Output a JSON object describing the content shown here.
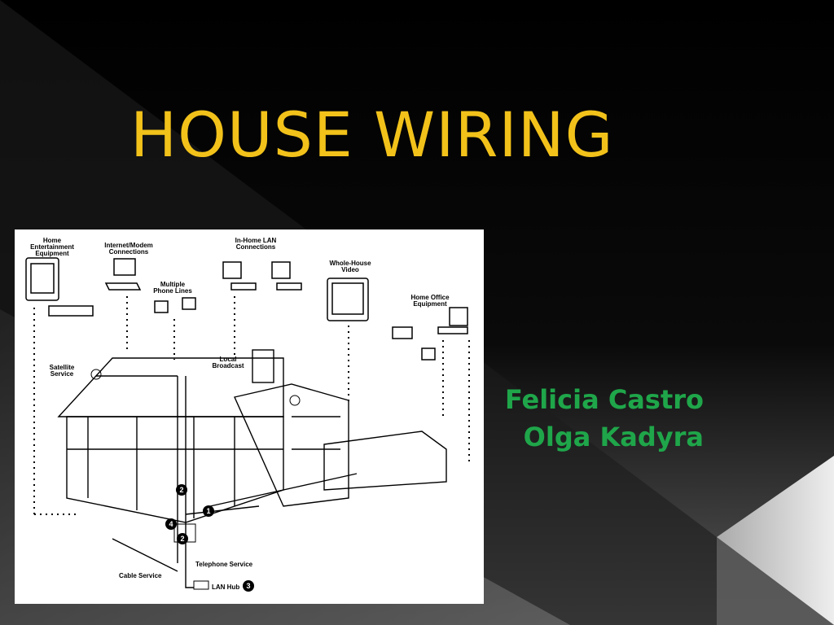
{
  "slide": {
    "title": "HOUSE WIRING",
    "authors": [
      "Felicia Castro",
      "Olga Kadyra"
    ],
    "colors": {
      "title": "#f2c21a",
      "authors": "#1fa64a",
      "background": "#000000"
    }
  },
  "diagram": {
    "labels": {
      "home_entertainment_1": "Home",
      "home_entertainment_2": "Entertainment",
      "home_entertainment_3": "Equipment",
      "internet_modem_1": "Internet/Modem",
      "internet_modem_2": "Connections",
      "inhome_lan_1": "In-Home LAN",
      "inhome_lan_2": "Connections",
      "multiple_phone_1": "Multiple",
      "multiple_phone_2": "Phone Lines",
      "whole_house_1": "Whole-House",
      "whole_house_2": "Video",
      "home_office_1": "Home Office",
      "home_office_2": "Equipment",
      "satellite_1": "Satellite",
      "satellite_2": "Service",
      "local_broadcast_1": "Local",
      "local_broadcast_2": "Broadcast",
      "telephone_service": "Telephone Service",
      "cable_service": "Cable Service",
      "lan_hub": "LAN Hub"
    },
    "callouts": [
      "1",
      "2",
      "2",
      "3",
      "4"
    ]
  }
}
